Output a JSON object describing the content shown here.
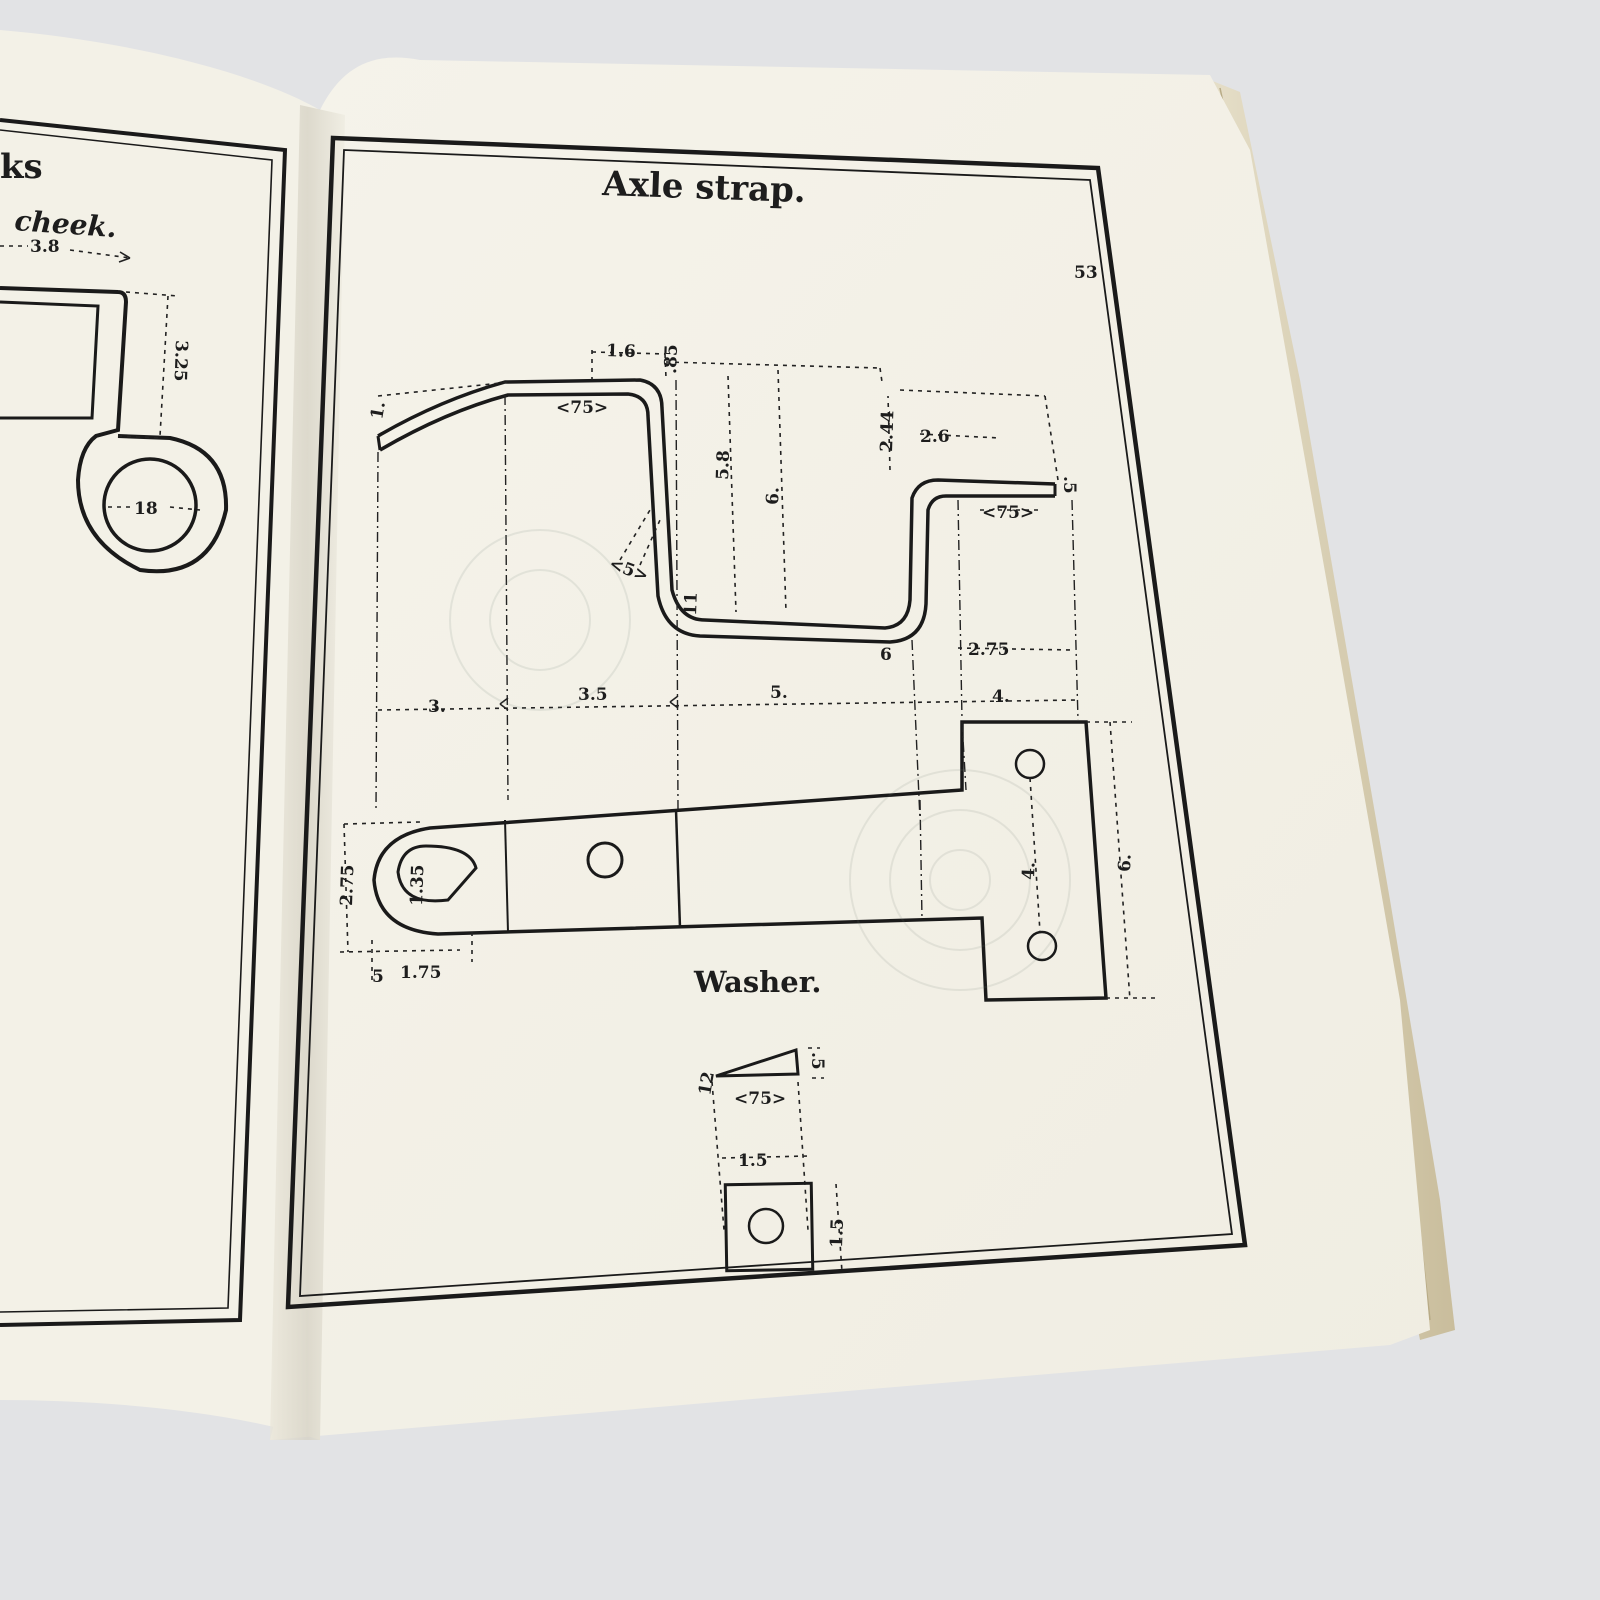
{
  "book": {
    "left_page": {
      "heading_fragment": "ks",
      "subheading_fragment": "cheek.",
      "dimensions": [
        "3.8",
        "3.25",
        "18"
      ]
    },
    "right_page": {
      "title": "Axle strap.",
      "page_number": "53",
      "axle_strap_dimensions": {
        "d_1_6": "1.6",
        "d_85": ".85",
        "d_75_top": "<75>",
        "d_1": "1.",
        "d_2_44": "2.44",
        "d_2_6": "2.6",
        "d_5_right": ".5",
        "d_75_right": "<75>",
        "d_5_8": "5.8",
        "d_6_mid": "6.",
        "d_5_diag": "<5>",
        "d_11": "11",
        "d_6_small": "6",
        "d_2_75_top": "2.75",
        "d_3": "3.",
        "d_3_5": "3.5",
        "d_5": "5.",
        "d_4": "4.",
        "d_2_75_left": "2.75",
        "d_1_35": "1.35",
        "d_5_bottom": "5",
        "d_1_75": "1.75",
        "d_4_vert": "4.",
        "d_6_vert": "6."
      },
      "washer": {
        "title": "Washer.",
        "dimensions": {
          "d_12": "12",
          "d_75": "<75>",
          "d_5": ".5",
          "d_1_5_h": "1.5",
          "d_1_5_v": "1.5"
        }
      }
    }
  }
}
